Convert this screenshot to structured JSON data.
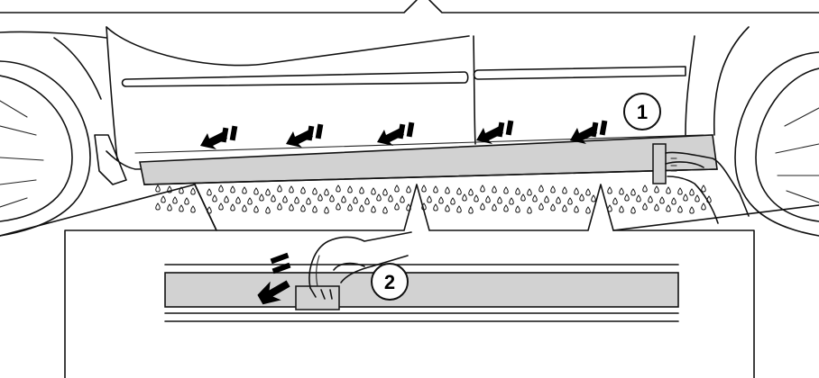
{
  "figure": {
    "steps": [
      {
        "id": "step-1",
        "label": "1"
      },
      {
        "id": "step-2",
        "label": "2"
      }
    ],
    "colors": {
      "line": "#111111",
      "film": "#d2d2d2",
      "background": "#ffffff",
      "arrow": "#000000"
    },
    "icons": [
      "pressure-arrow-icon",
      "water-drop-icon",
      "squeegee-icon",
      "hand-icon",
      "wheel-icon"
    ]
  }
}
